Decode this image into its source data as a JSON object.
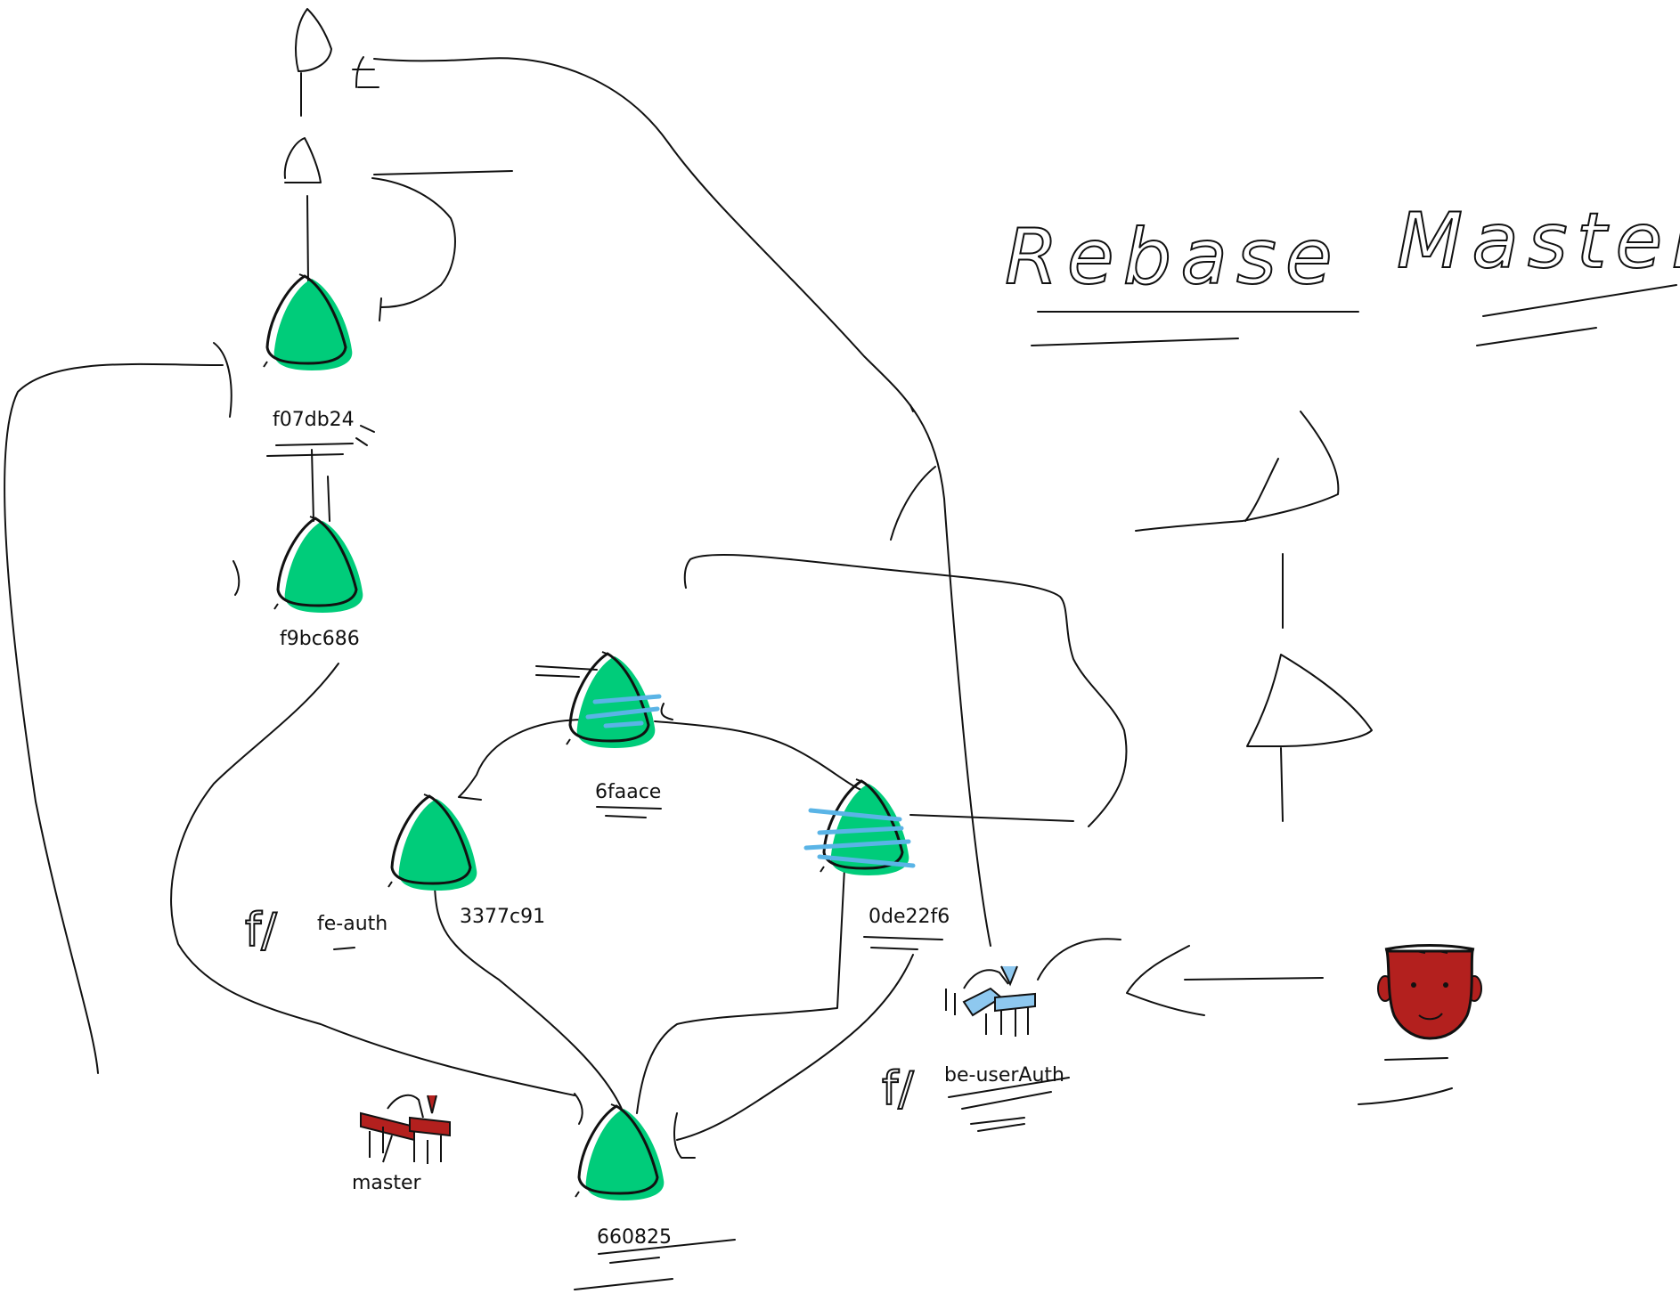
{
  "title_left": "Rebase",
  "title_right": "Master",
  "commits": [
    {
      "id": "c1",
      "label": "f07db24"
    },
    {
      "id": "c2",
      "label": "f9bc686"
    },
    {
      "id": "c3",
      "label": "6faace"
    },
    {
      "id": "c4",
      "label": "3377c91"
    },
    {
      "id": "c5",
      "label": "0de22f6"
    },
    {
      "id": "c6",
      "label": "660825"
    }
  ],
  "branches": {
    "master": "master",
    "fe_auth": "fe-auth",
    "fe_prefix": "f/",
    "be_user_auth": "be-userAuth",
    "be_prefix": "f/"
  },
  "colors": {
    "node_fill": "#00cc7a",
    "highlight_stroke": "#5ab4e6",
    "flag_red": "#b3201e",
    "flag_blue": "#8ec8ef",
    "avatar_red": "#b3201e",
    "ink": "#111111"
  },
  "icons": [
    "hand-flag-icon-red",
    "hand-flag-icon-blue",
    "person-avatar-icon"
  ]
}
